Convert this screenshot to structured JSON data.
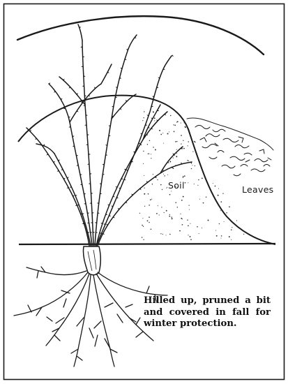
{
  "labels": {
    "soil": "Soil",
    "leaves": "Leaves"
  },
  "caption": "Hilled up, pruned a bit and covered in fall for winter protection.",
  "colors": {
    "ink": "#1a1a1a",
    "background": "#ffffff"
  }
}
